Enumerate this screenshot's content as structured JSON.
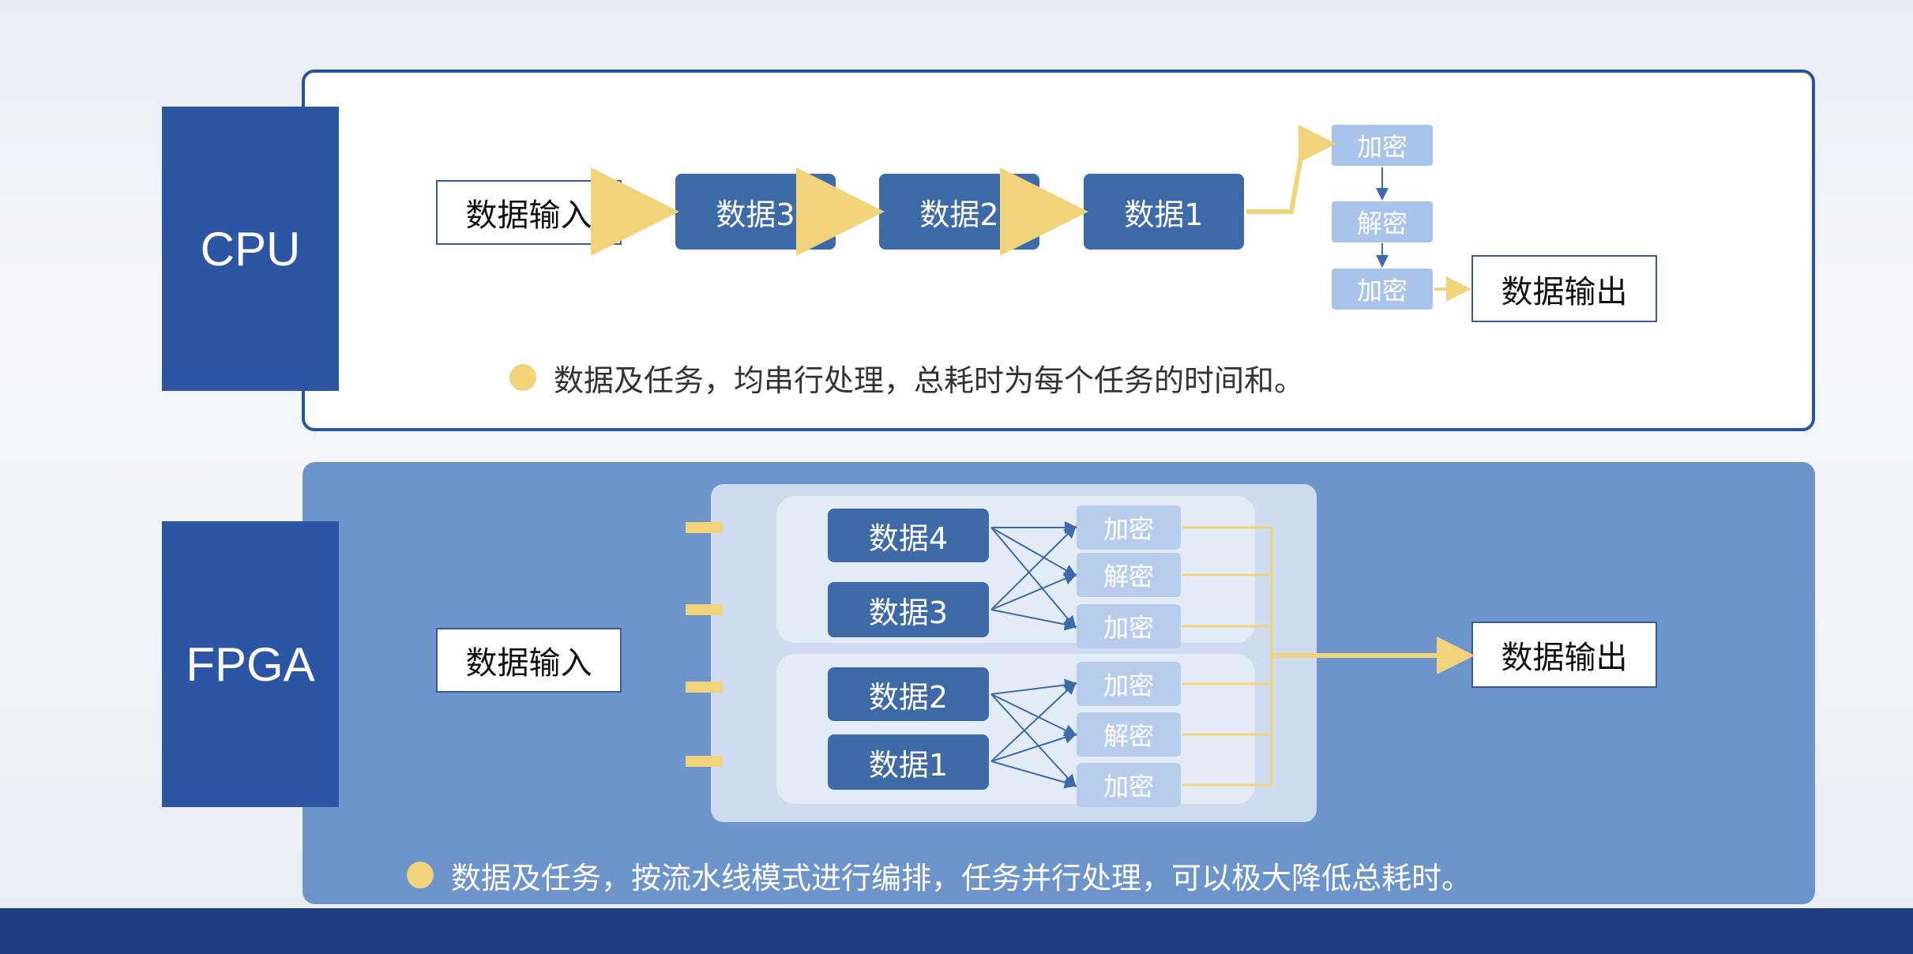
{
  "cpu": {
    "tag": "CPU",
    "input": "数据输入",
    "data": [
      "数据3",
      "数据2",
      "数据1"
    ],
    "ops": [
      "加密",
      "解密",
      "加密"
    ],
    "output": "数据输出",
    "note": "数据及任务，均串行处理，总耗时为每个任务的时间和。"
  },
  "fpga": {
    "tag": "FPGA",
    "input": "数据输入",
    "data": [
      "数据4",
      "数据3",
      "数据2",
      "数据1"
    ],
    "ops": [
      "加密",
      "解密",
      "加密",
      "加密",
      "解密",
      "加密"
    ],
    "output": "数据输出",
    "note": "数据及任务，按流水线模式进行编排，任务并行处理，可以极大降低总耗时。"
  },
  "colors": {
    "primary": "#2c56a3",
    "accent_yellow": "#f0d37a",
    "fpga_panel": "#6d95cb",
    "footer": "#1f3c80"
  }
}
